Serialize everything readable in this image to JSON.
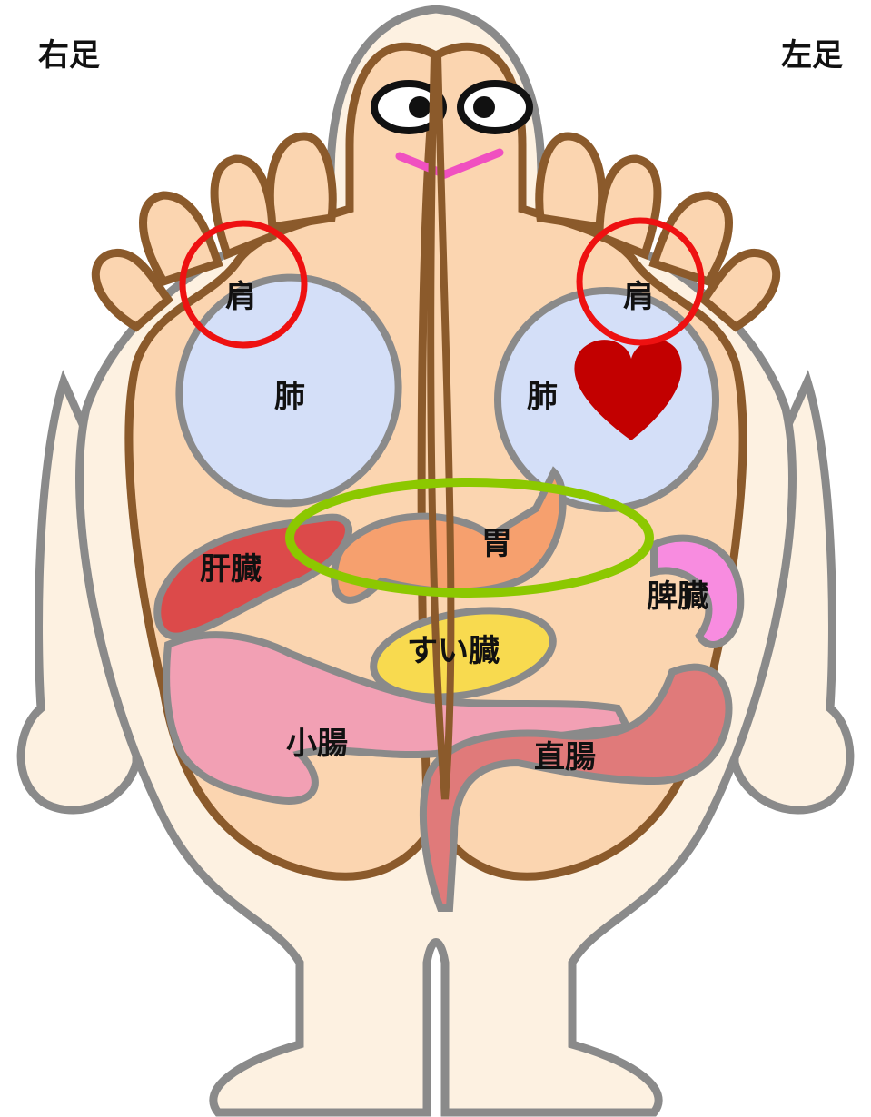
{
  "labels": {
    "right_foot": "右足",
    "left_foot": "左足",
    "shoulder_right": "肩",
    "shoulder_left": "肩",
    "lung_right": "肺",
    "lung_left": "肺",
    "stomach": "胃",
    "liver": "肝臓",
    "spleen": "脾臓",
    "pancreas": "すい臓",
    "small_intestine": "小腸",
    "rectum": "直腸"
  },
  "colors": {
    "body_outline": "#8a8a8a",
    "body_fill": "#fdf1e1",
    "foot_outline": "#8b5a2b",
    "foot_fill": "#fbd5b0",
    "lung": "#d4dff8",
    "liver": "#dc4a4a",
    "stomach": "#f6a06e",
    "spleen": "#f88ce0",
    "pancreas": "#f8da4f",
    "intestine": "#f2a0b4",
    "rectum": "#e07a7a",
    "heart": "#c20000",
    "shoulder_circle": "#ee1111",
    "stomach_ellipse": "#8cc800",
    "mouth": "#f050c0"
  }
}
